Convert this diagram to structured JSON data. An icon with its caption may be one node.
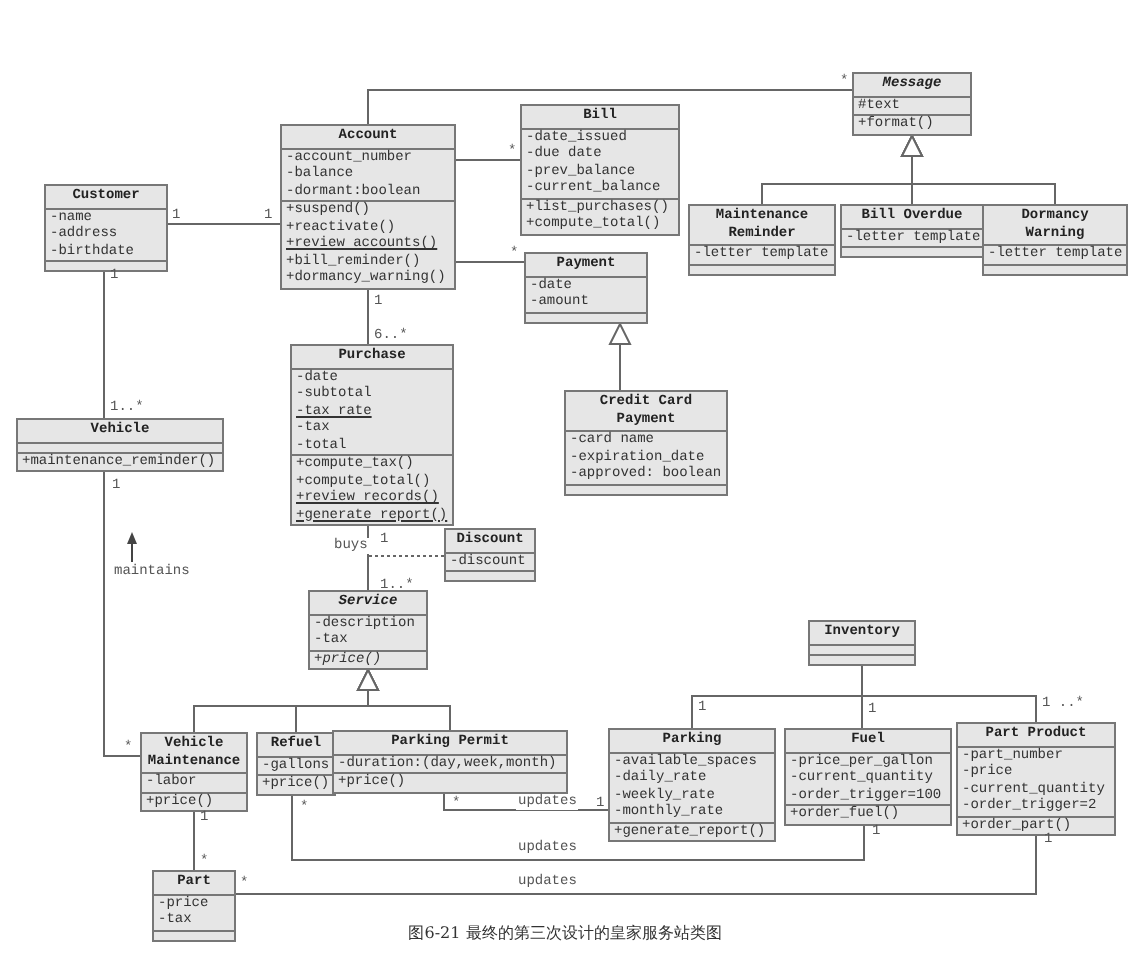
{
  "diagram": {
    "caption": "图6-21 最终的第三次设计的皇家服务站类图",
    "nodes": [
      {
        "text": [
          "Customer",
          "-name",
          "-address",
          "-birthdate"
        ]
      },
      {
        "text": [
          "Account",
          "-account_number",
          "-balance",
          "-dormant:boolean",
          "+suspend()",
          "+reactivate()",
          "+review accounts()",
          "+bill_reminder()",
          "+dormancy_warning()"
        ]
      },
      {
        "text": [
          "Bill",
          "-date_issued",
          "-due date",
          "-prev_balance",
          "-current_balance",
          "+list_purchases()",
          "+compute_total()"
        ]
      },
      {
        "text": [
          "Message",
          "#text",
          "+format()"
        ]
      },
      {
        "text": [
          "Maintenance Reminder",
          "-letter template"
        ]
      },
      {
        "text": [
          "Bill Overdue",
          "-letter template"
        ]
      },
      {
        "text": [
          "Dormancy Warning",
          "-letter template"
        ]
      },
      {
        "text": [
          "Payment",
          "-date",
          "-amount"
        ]
      },
      {
        "text": [
          "Credit Card Payment",
          "-card name",
          "-expiration_date",
          "-approved: boolean"
        ]
      },
      {
        "text": [
          "Vehicle",
          "+maintenance_reminder()"
        ]
      },
      {
        "text": [
          "Purchase",
          "-date",
          "-subtotal",
          "-tax rate",
          "-tax",
          "-total",
          "+compute_tax()",
          "+compute_total()",
          "+review records()",
          "+generate report()"
        ]
      },
      {
        "text": [
          "Discount",
          "-discount"
        ]
      },
      {
        "text": [
          "Service",
          "-description",
          "-tax",
          "+price()"
        ]
      },
      {
        "text": [
          "Inventory"
        ]
      },
      {
        "text": [
          "Vehicle Maintenance",
          "-labor",
          "+price()"
        ]
      },
      {
        "text": [
          "Refuel",
          "-gallons",
          "+price()"
        ]
      },
      {
        "text": [
          "Parking Permit",
          "-duration:(day,week,month)",
          "+price()"
        ]
      },
      {
        "text": [
          "Parking",
          "-available_spaces",
          "-daily_rate",
          "-weekly_rate",
          "-monthly_rate",
          "+generate_report()"
        ]
      },
      {
        "text": [
          "Fuel",
          "-price_per_gallon",
          "-current_quantity",
          "-order_trigger=100",
          "+order_fuel()"
        ]
      },
      {
        "text": [
          "Part Product",
          "-part_number",
          "-price",
          "-current_quantity",
          "-order_trigger=2",
          "+order_part()"
        ]
      },
      {
        "text": [
          "Part",
          "-price",
          "-tax"
        ]
      }
    ],
    "edges": [
      {
        "from": 0,
        "to": 1,
        "arrow": "none"
      },
      {
        "from": 1,
        "to": 3,
        "arrow": "other"
      },
      {
        "from": 1,
        "to": 2,
        "arrow": "other"
      },
      {
        "from": 1,
        "to": 7,
        "arrow": "other"
      },
      {
        "from": 4,
        "to": 3,
        "arrow": "to"
      },
      {
        "from": 5,
        "to": 3,
        "arrow": "to"
      },
      {
        "from": 6,
        "to": 3,
        "arrow": "to"
      },
      {
        "from": 8,
        "to": 7,
        "arrow": "to"
      },
      {
        "from": 0,
        "to": 9,
        "arrow": "none"
      },
      {
        "from": 1,
        "to": 10,
        "arrow": "none"
      },
      {
        "from": 9,
        "to": 14,
        "arrow": "none",
        "label": "maintains"
      },
      {
        "from": 10,
        "to": 12,
        "arrow": "none",
        "label": "buys"
      },
      {
        "from": 11,
        "to": null,
        "arrow": "none",
        "style": "dashed"
      },
      {
        "from": 14,
        "to": 12,
        "arrow": "to"
      },
      {
        "from": 15,
        "to": 12,
        "arrow": "to"
      },
      {
        "from": 16,
        "to": 12,
        "arrow": "to"
      },
      {
        "from": 13,
        "to": 17,
        "arrow": "other"
      },
      {
        "from": 13,
        "to": 18,
        "arrow": "other"
      },
      {
        "from": 13,
        "to": 19,
        "arrow": "other"
      },
      {
        "from": 16,
        "to": 17,
        "arrow": "none",
        "label": "updates"
      },
      {
        "from": 15,
        "to": 18,
        "arrow": "none",
        "label": "updates"
      },
      {
        "from": 14,
        "to": 20,
        "arrow": "none"
      },
      {
        "from": 20,
        "to": 19,
        "arrow": "none",
        "label": "updates"
      }
    ],
    "labels": [
      "*",
      "*",
      "1",
      "1",
      "*",
      "1",
      "1",
      "6..*",
      "1..*",
      "1",
      "1",
      "1..*",
      "1",
      "1",
      "1 ..*",
      "*",
      "*",
      "1",
      "*",
      "1",
      "1",
      "1",
      "*",
      "*"
    ]
  }
}
